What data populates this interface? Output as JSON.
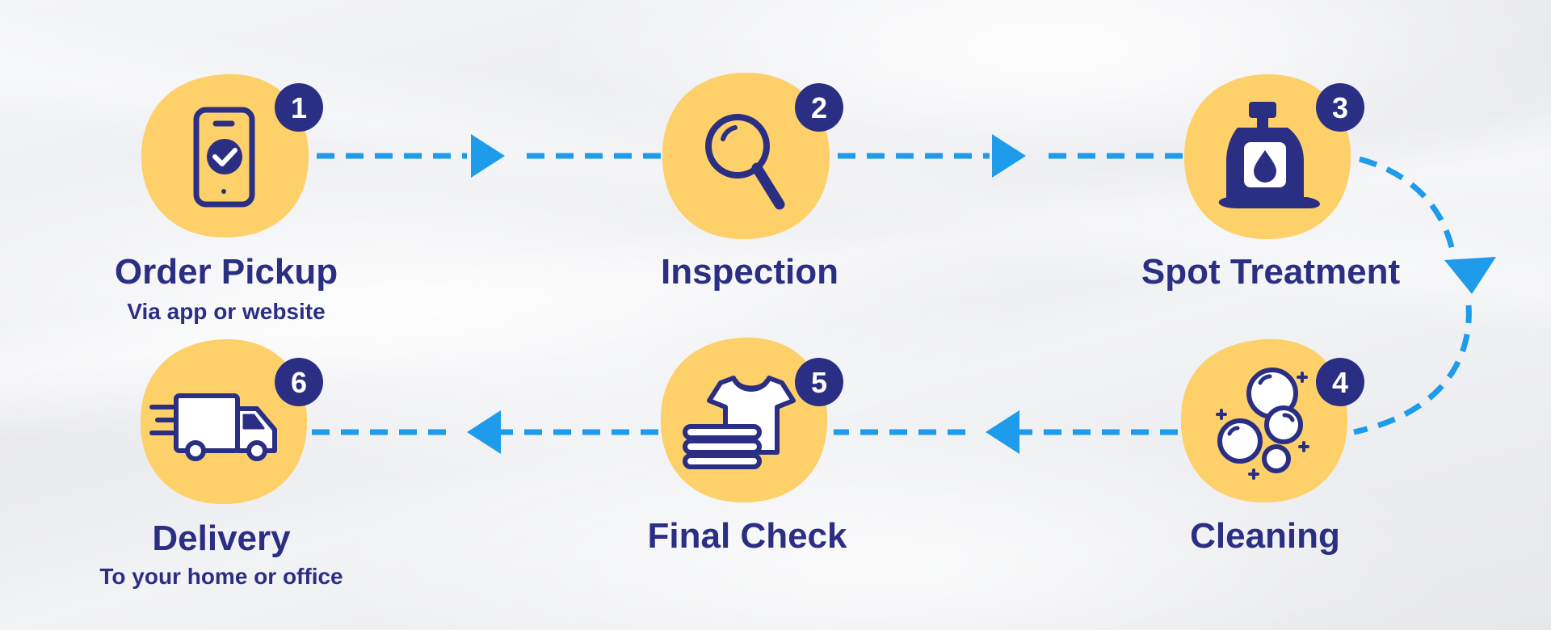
{
  "colors": {
    "accent_blob": "#fdd06a",
    "navy": "#2b2f84",
    "arrow_blue": "#1e9bea",
    "badge_text": "#ffffff"
  },
  "steps": [
    {
      "number": "1",
      "title": "Order Pickup",
      "subtitle": "Via app or website",
      "icon": "phone-check-icon"
    },
    {
      "number": "2",
      "title": "Inspection",
      "subtitle": "",
      "icon": "magnifier-icon"
    },
    {
      "number": "3",
      "title": "Spot Treatment",
      "subtitle": "",
      "icon": "detergent-bottle-icon"
    },
    {
      "number": "4",
      "title": "Cleaning",
      "subtitle": "",
      "icon": "bubbles-icon"
    },
    {
      "number": "5",
      "title": "Final Check",
      "subtitle": "",
      "icon": "folded-shirt-icon"
    },
    {
      "number": "6",
      "title": "Delivery",
      "subtitle": "To your home or office",
      "icon": "delivery-truck-icon"
    }
  ],
  "connectors": [
    {
      "from": "1",
      "to": "2",
      "direction": "right"
    },
    {
      "from": "2",
      "to": "3",
      "direction": "right"
    },
    {
      "from": "3",
      "to": "4",
      "direction": "down"
    },
    {
      "from": "4",
      "to": "5",
      "direction": "left"
    },
    {
      "from": "5",
      "to": "6",
      "direction": "left"
    }
  ]
}
